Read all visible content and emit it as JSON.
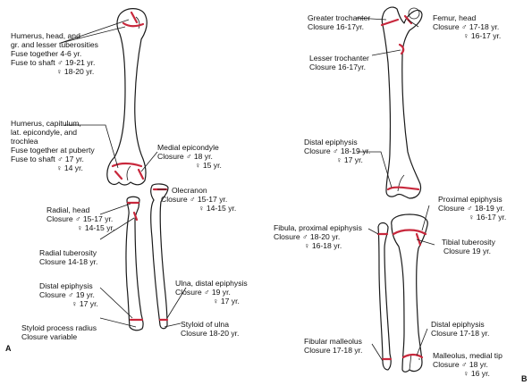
{
  "panel_a": {
    "letter": "A",
    "labels": {
      "humerus_head": [
        "Humerus, head, and",
        "gr. and lesser tuberosities",
        "Fuse together 4-6 yr.",
        "Fuse to shaft  ♂ 19-21 yr.",
        "♀ 18-20 yr."
      ],
      "capitulum": [
        "Humerus, capitulum,",
        "lat. epicondyle, and",
        "trochlea",
        "Fuse together at puberty",
        "Fuse to shaft  ♂ 17 yr.",
        "♀ 14 yr."
      ],
      "medial_epicondyle": [
        "Medial epicondyle",
        "Closure  ♂ 18 yr.",
        "♀ 15 yr."
      ],
      "olecranon": [
        "Olecranon",
        "Closure  ♂ 15-17 yr.",
        "♀ 14-15 yr."
      ],
      "radial_head": [
        "Radial, head",
        "Closure  ♂ 15-17 yr.",
        "♀ 14-15 yr."
      ],
      "radial_tuberosity": [
        "Radial tuberosity",
        "Closure 14-18 yr."
      ],
      "radius_distal": [
        "Distal epiphysis",
        "Closure  ♂ 19 yr.",
        "♀ 17 yr."
      ],
      "ulna_distal": [
        "Ulna, distal epiphysis",
        "Closure  ♂ 19 yr.",
        "♀ 17 yr."
      ],
      "styloid_radius": [
        "Styloid process radius",
        "Closure variable"
      ],
      "styloid_ulna": [
        "Styloid of ulna",
        "Closure 18-20 yr."
      ]
    }
  },
  "panel_b": {
    "letter": "B",
    "labels": {
      "greater_trochanter": [
        "Greater trochanter",
        "Closure 16-17yr."
      ],
      "femur_head": [
        "Femur, head",
        "Closure  ♂ 17-18 yr.",
        "♀ 16-17 yr."
      ],
      "lesser_trochanter": [
        "Lesser trochanter",
        "Closure 16-17yr."
      ],
      "femur_distal": [
        "Distal epiphysis",
        "Closure  ♂ 18-19 yr.",
        "♀ 17 yr."
      ],
      "tibia_proximal": [
        "Proximal epiphysis",
        "Closure  ♂ 18-19 yr.",
        "♀ 16-17 yr."
      ],
      "fibula_proximal": [
        "Fibula, proximal epiphysis",
        "Closure  ♂ 18-20 yr.",
        "♀ 16-18 yr."
      ],
      "tibial_tuberosity": [
        "Tibial tuberosity",
        "Closure 19 yr."
      ],
      "tibia_distal": [
        "Distal epiphysis",
        "Closure 17-18 yr."
      ],
      "fibular_malleolus": [
        "Fibular malleolus",
        "Closure 17-18 yr."
      ],
      "malleolus_medial": [
        "Malleolus, medial tip",
        "Closure  ♂ 18 yr.",
        "♀ 16 yr."
      ]
    }
  },
  "colors": {
    "epiphysis": "#c8283c",
    "outline": "#1a1a1a",
    "background": "#ffffff"
  }
}
